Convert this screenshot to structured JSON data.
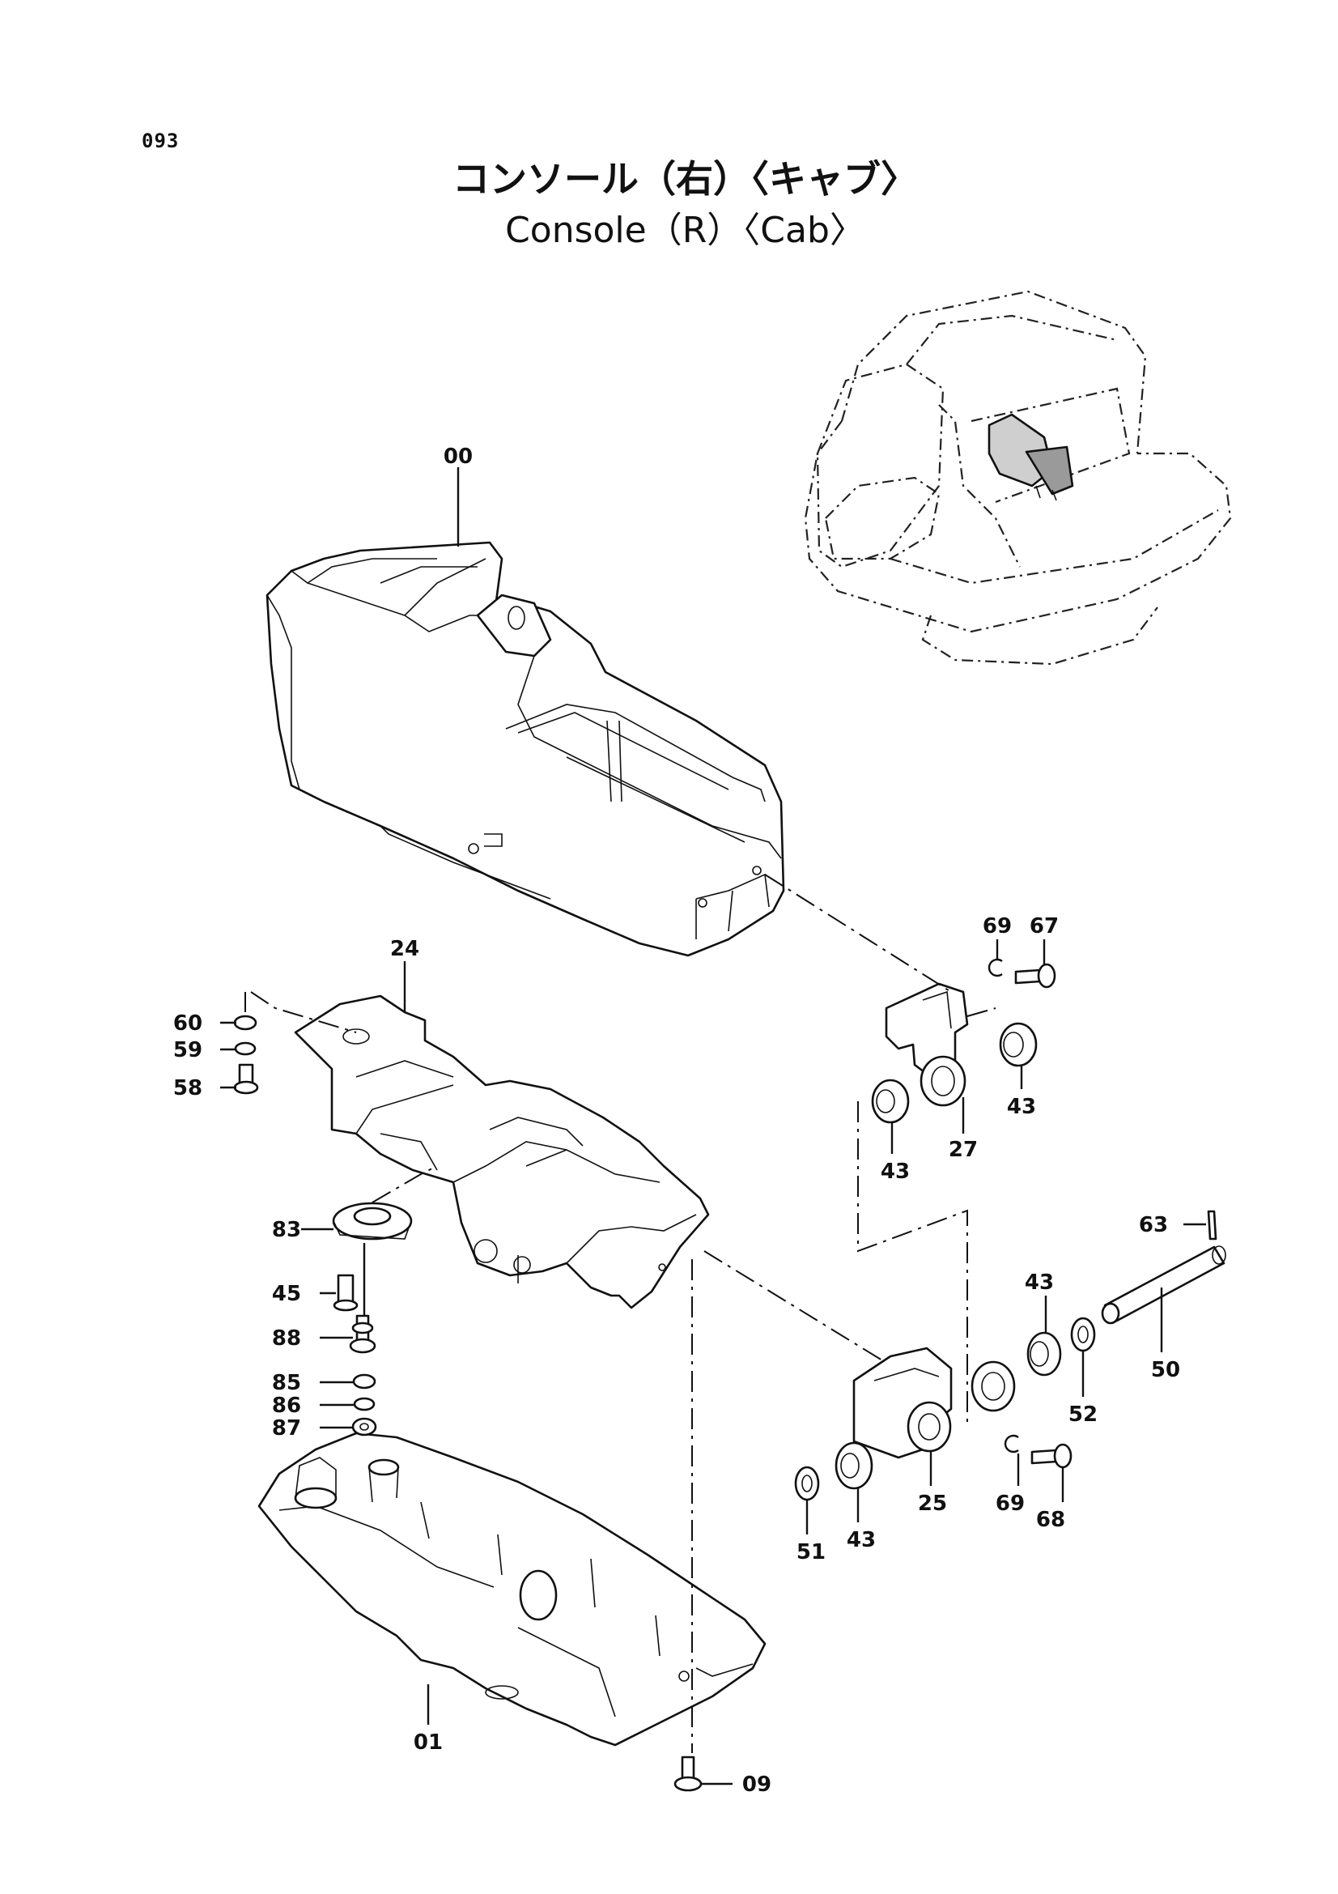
{
  "page_number": "093",
  "title_jp": "コンソール（右）〈キャブ〉",
  "title_en": "Console（R）〈Cab〉",
  "parts": [
    {
      "id": "p00",
      "label": "00"
    },
    {
      "id": "p24",
      "label": "24"
    },
    {
      "id": "p60",
      "label": "60"
    },
    {
      "id": "p59",
      "label": "59"
    },
    {
      "id": "p58",
      "label": "58"
    },
    {
      "id": "p83",
      "label": "83"
    },
    {
      "id": "p45",
      "label": "45"
    },
    {
      "id": "p88",
      "label": "88"
    },
    {
      "id": "p85",
      "label": "85"
    },
    {
      "id": "p86",
      "label": "86"
    },
    {
      "id": "p87",
      "label": "87"
    },
    {
      "id": "p01",
      "label": "01"
    },
    {
      "id": "p09",
      "label": "09"
    },
    {
      "id": "p69a",
      "label": "69"
    },
    {
      "id": "p67",
      "label": "67"
    },
    {
      "id": "p43a",
      "label": "43"
    },
    {
      "id": "p27",
      "label": "27"
    },
    {
      "id": "p43b",
      "label": "43"
    },
    {
      "id": "p63",
      "label": "63"
    },
    {
      "id": "p43c",
      "label": "43"
    },
    {
      "id": "p50",
      "label": "50"
    },
    {
      "id": "p52",
      "label": "52"
    },
    {
      "id": "p69b",
      "label": "69"
    },
    {
      "id": "p68",
      "label": "68"
    },
    {
      "id": "p25",
      "label": "25"
    },
    {
      "id": "p43d",
      "label": "43"
    },
    {
      "id": "p51",
      "label": "51"
    }
  ]
}
